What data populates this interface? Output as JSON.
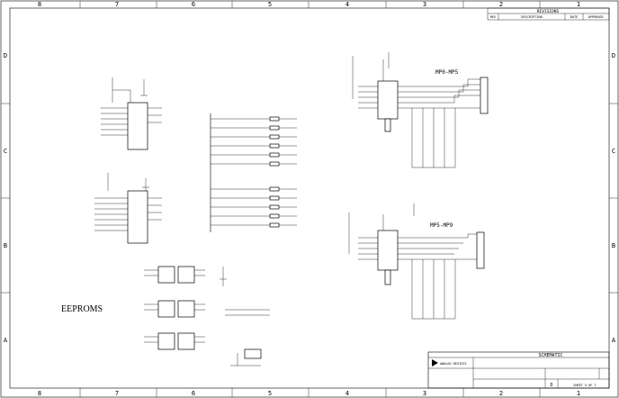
{
  "border": {
    "columns": [
      "8",
      "7",
      "6",
      "5",
      "4",
      "3",
      "2",
      "1"
    ],
    "rows": [
      "D",
      "C",
      "B",
      "A"
    ]
  },
  "revisions": {
    "title": "REVISIONS",
    "headers": [
      "REV",
      "DESCRIPTION",
      "DATE",
      "APPROVED"
    ]
  },
  "labels": {
    "eeproms": "EEPROMS",
    "group_top": "MP0-MP5",
    "group_bottom": "MP5-MP9"
  },
  "title_block": {
    "schematic_label": "SCHEMATIC",
    "company": "ANALOG DEVICES",
    "size": "D",
    "sheet": "SHEET 5 OF 7"
  }
}
